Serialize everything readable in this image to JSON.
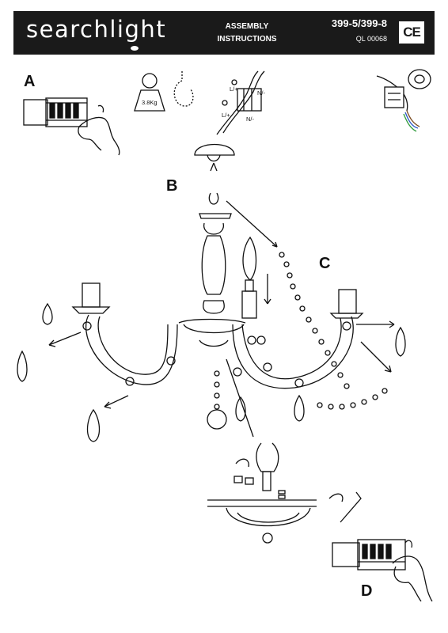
{
  "header": {
    "brand": "searchlight",
    "title_line1": "ASSEMBLY",
    "title_line2": "INSTRUCTIONS",
    "model": "399-5/399-8",
    "code": "QL 00068",
    "mark": "CE"
  },
  "steps": {
    "a": "A",
    "b": "B",
    "c": "C",
    "d": "D"
  },
  "labels": {
    "weight": "3.8Kg",
    "live1": "L/+",
    "neutral1": "N/-",
    "live2": "L/+",
    "neutral2": "N/-"
  },
  "colors": {
    "header_bg": "#1a1a1a",
    "line": "#111111",
    "wire_brown": "#7a4a1e",
    "wire_blue": "#2a56c6",
    "wire_green": "#2e9a3a"
  }
}
